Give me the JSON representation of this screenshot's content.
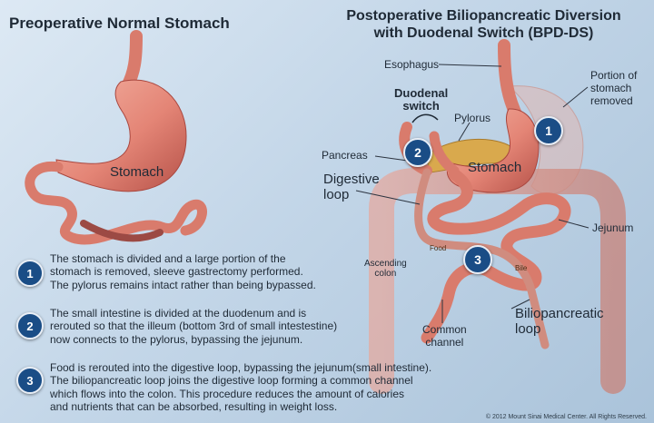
{
  "titles": {
    "left": "Preoperative Normal Stomach",
    "right_line1": "Postoperative Biliopancreatic Diversion",
    "right_line2": "with Duodenal Switch (BPD-DS)"
  },
  "labels": {
    "stomach_left": "Stomach",
    "stomach_right": "Stomach",
    "esophagus": "Esophagus",
    "portion_removed_1": "Portion of",
    "portion_removed_2": "stomach",
    "portion_removed_3": "removed",
    "duodenal_switch_1": "Duodenal",
    "duodenal_switch_2": "switch",
    "pylorus": "Pylorus",
    "pancreas": "Pancreas",
    "digestive_loop_1": "Digestive",
    "digestive_loop_2": "loop",
    "jejunum": "Jejunum",
    "food": "Food",
    "bile": "Bile",
    "ascending_colon_1": "Ascending",
    "ascending_colon_2": "colon",
    "common_channel_1": "Common",
    "common_channel_2": "channel",
    "biliopancreatic_loop_1": "Biliopancreatic",
    "biliopancreatic_loop_2": "loop"
  },
  "badges": [
    "1",
    "2",
    "3"
  ],
  "steps": [
    {
      "number": "1",
      "lines": [
        "The stomach is divided and a large portion of the",
        "stomach is removed, sleeve gastrectomy performed.",
        "The pylorus remains intact rather than being bypassed."
      ]
    },
    {
      "number": "2",
      "lines": [
        "The small intestine is divided at the duodenum and is",
        "rerouted so that the illeum (bottom 3rd of small intestestine)",
        "now connects to the pylorus, bypassing the jejunum."
      ]
    },
    {
      "number": "3",
      "lines": [
        "Food is rerouted into the digestive loop, bypassing the jejunum(small intestine).",
        "The biliopancreatic loop joins the digestive loop forming a common channel",
        "which flows into the colon. This procedure reduces the amount of calories",
        "and nutrients that can be absorbed, resulting in weight loss."
      ]
    }
  ],
  "copyright": "© 2012 Mount Sinai Medical Center. All Rights Reserved.",
  "colors": {
    "organ": "#e58a7c",
    "organ_dark": "#b85a52",
    "colon": "#d99a8f",
    "pancreas": "#d8a84a",
    "badge": "#1a4d86"
  }
}
